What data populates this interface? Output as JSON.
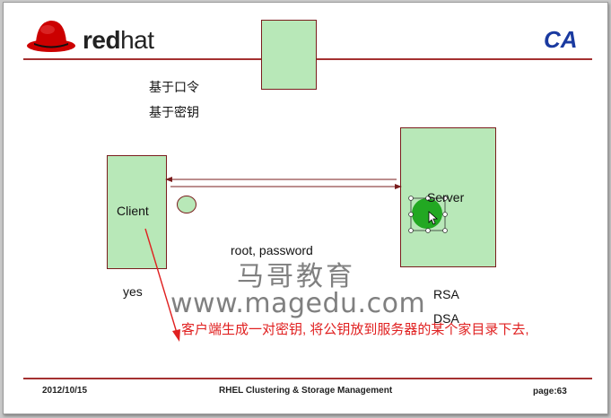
{
  "header": {
    "logo_text_bold": "red",
    "logo_text_light": "hat",
    "section_title": "CA"
  },
  "auth_methods": [
    "基于口令",
    "基于密钥"
  ],
  "diagram": {
    "client_label": "Client",
    "server_label": "Server",
    "credentials_label": "root, password",
    "yes_label": "yes",
    "key_types": [
      "RSA",
      "DSA"
    ]
  },
  "watermark": {
    "cn": "马哥教育",
    "url": "www.magedu.com"
  },
  "annotation": "客户端生成一对密钥, 将公钥放到服务器的某个家目录下去,",
  "footer": {
    "date": "2012/10/15",
    "course": "RHEL Clustering & Storage Management",
    "page": "page:63"
  },
  "colors": {
    "box_fill": "#b8e8b8",
    "rule": "#a43030",
    "accent_blue": "#1a3aa0",
    "annotation_red": "#e02020"
  }
}
